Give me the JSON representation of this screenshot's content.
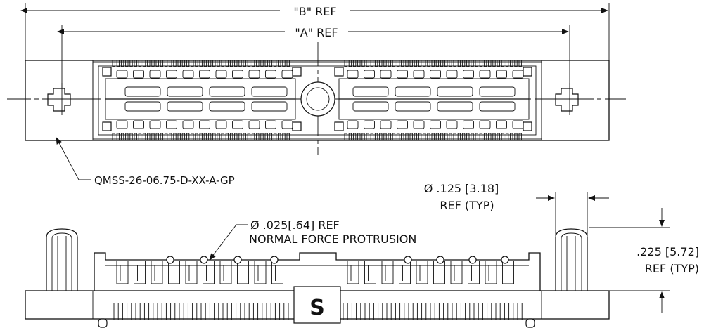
{
  "labels": {
    "dim_b": "\"B\" REF",
    "dim_a": "\"A\" REF",
    "part_number": "QMSS-26-06.75-D-XX-A-GP",
    "dia_125_line1": "Ø .125 [3.18]",
    "dia_125_line2": "REF (TYP)",
    "dia_025_line1": "Ø .025[.64] REF",
    "dia_025_line2": "NORMAL FORCE PROTRUSION",
    "height_line1": ".225 [5.72]",
    "height_line2": "REF (TYP)",
    "logo_glyph": "S"
  }
}
